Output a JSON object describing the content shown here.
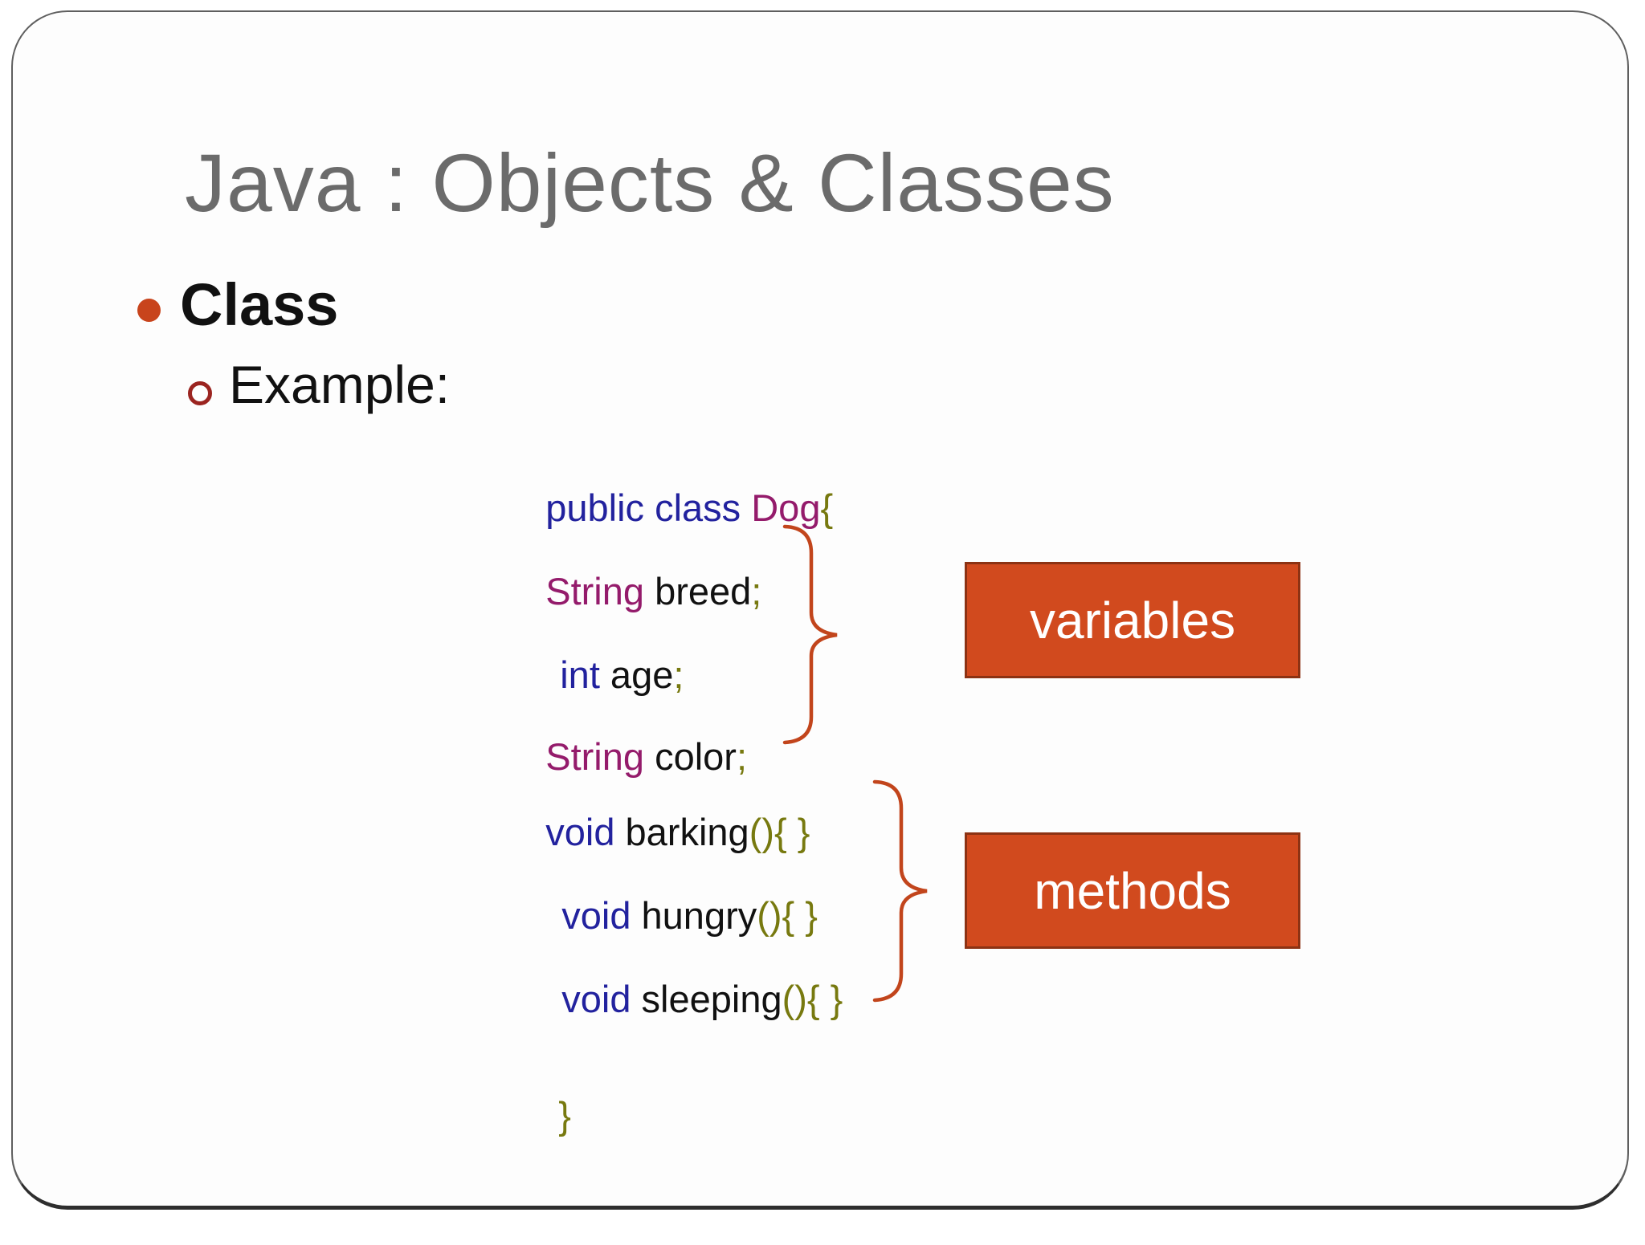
{
  "slide": {
    "title": "Java : Objects & Classes",
    "bullet_class": "Class",
    "bullet_example": "Example:",
    "code_lines": [
      {
        "segments": [
          {
            "text": "public class ",
            "role": "keyword"
          },
          {
            "text": "Dog",
            "role": "type"
          },
          {
            "text": "{",
            "role": "olive"
          }
        ]
      },
      {
        "segments": [
          {
            "text": "String",
            "role": "type"
          },
          {
            "text": " breed",
            "role": "plain"
          },
          {
            "text": ";",
            "role": "olive"
          }
        ]
      },
      {
        "segments": [
          {
            "text": "int",
            "role": "keyword"
          },
          {
            "text": " age",
            "role": "plain"
          },
          {
            "text": ";",
            "role": "olive"
          }
        ]
      },
      {
        "segments": [
          {
            "text": "String",
            "role": "type"
          },
          {
            "text": " color",
            "role": "plain"
          },
          {
            "text": ";",
            "role": "olive"
          }
        ]
      },
      {
        "segments": [
          {
            "text": "void",
            "role": "keyword"
          },
          {
            "text": " barking",
            "role": "plain"
          },
          {
            "text": "(){ }",
            "role": "olive"
          }
        ]
      },
      {
        "segments": [
          {
            "text": "void",
            "role": "keyword"
          },
          {
            "text": " hungry",
            "role": "plain"
          },
          {
            "text": "(){ }",
            "role": "olive"
          }
        ]
      },
      {
        "segments": [
          {
            "text": "void",
            "role": "keyword"
          },
          {
            "text": " sleeping",
            "role": "plain"
          },
          {
            "text": "(){ }",
            "role": "olive"
          }
        ]
      },
      {
        "segments": [
          {
            "text": "}",
            "role": "olive"
          }
        ]
      }
    ],
    "variables_label": "variables",
    "methods_label": "methods"
  },
  "icons": {
    "bullet": "filled-circle-bullet-icon",
    "sub_bullet": "hollow-circle-bullet-icon",
    "brace_variables": "curly-brace-icon",
    "brace_methods": "curly-brace-icon"
  },
  "colors": {
    "title_gray": "#6B6B6B",
    "text_black": "#111111",
    "keyword_blue": "#22229E",
    "type_magenta": "#941B6B",
    "punct_olive": "#77790F",
    "bullet_orange": "#C8441C",
    "sub_bullet_red": "#9B2420",
    "brace_orange": "#C2451C",
    "box_fill": "#D14A1E",
    "box_border": "#8C3213",
    "box_text": "#FFFFFF"
  }
}
